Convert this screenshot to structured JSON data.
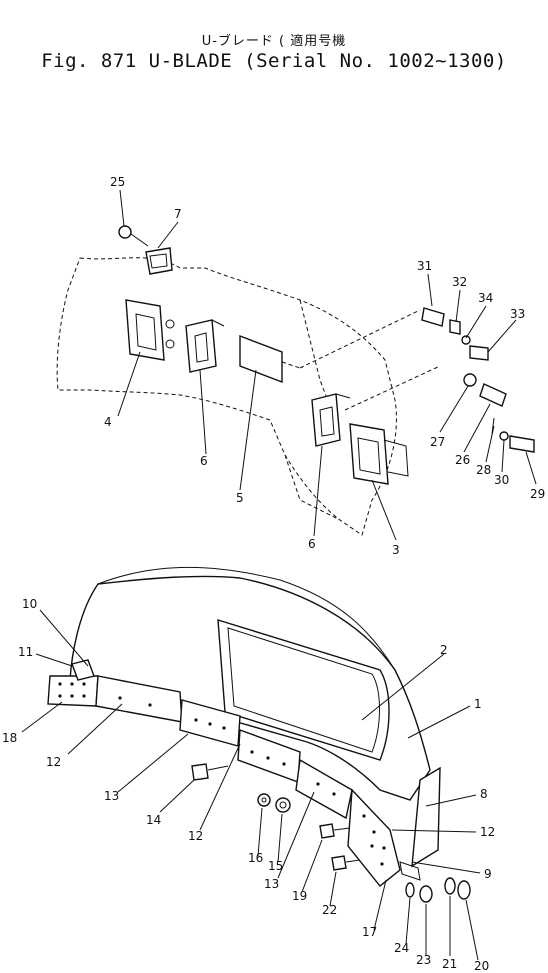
{
  "header": {
    "title_jp": "U-ブレード ( 適用号機",
    "title_main": "Fig. 871 U-BLADE (Serial No. 1002~1300)"
  },
  "callouts": {
    "c1": "1",
    "c2": "2",
    "c3": "3",
    "c4": "4",
    "c5": "5",
    "c6a": "6",
    "c6b": "6",
    "c7": "7",
    "c8": "8",
    "c9": "9",
    "c10": "10",
    "c11": "11",
    "c12a": "12",
    "c12b": "12",
    "c12c": "12",
    "c13a": "13",
    "c13b": "13",
    "c14": "14",
    "c15": "15",
    "c16": "16",
    "c17": "17",
    "c18": "18",
    "c19": "19",
    "c20": "20",
    "c21": "21",
    "c22": "22",
    "c23": "23",
    "c24": "24",
    "c25": "25",
    "c26": "26",
    "c27": "27",
    "c28": "28",
    "c29": "29",
    "c30": "30",
    "c31": "31",
    "c32": "32",
    "c33": "33",
    "c34": "34"
  }
}
